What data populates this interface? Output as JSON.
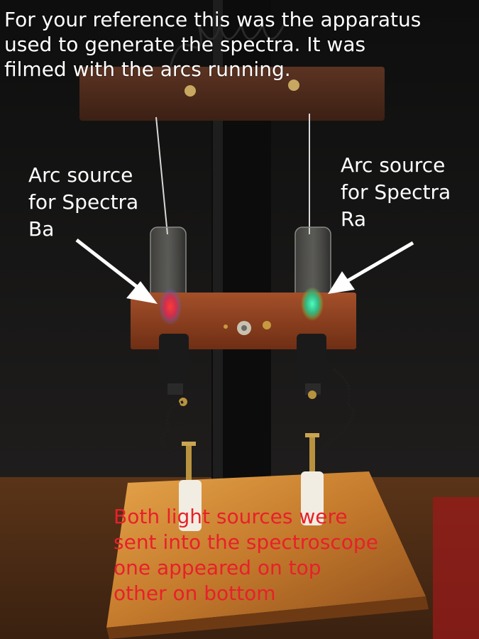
{
  "captions": {
    "top": "For your reference this was the apparatus\nused to generate the spectra. It was\nfilmed with the arcs running.",
    "left_label": "Arc source\nfor Spectra\nBa",
    "right_label": "Arc source\nfor Spectra\nRa",
    "bottom": "Both light sources were\nsent into the spectroscope\none appeared on top\nother on bottom"
  },
  "colors": {
    "caption_white": "#ffffff",
    "caption_red": "#e8202a",
    "arc_ba_glow": "#ff3b3b",
    "arc_ra_glow": "#1fe3a8"
  }
}
